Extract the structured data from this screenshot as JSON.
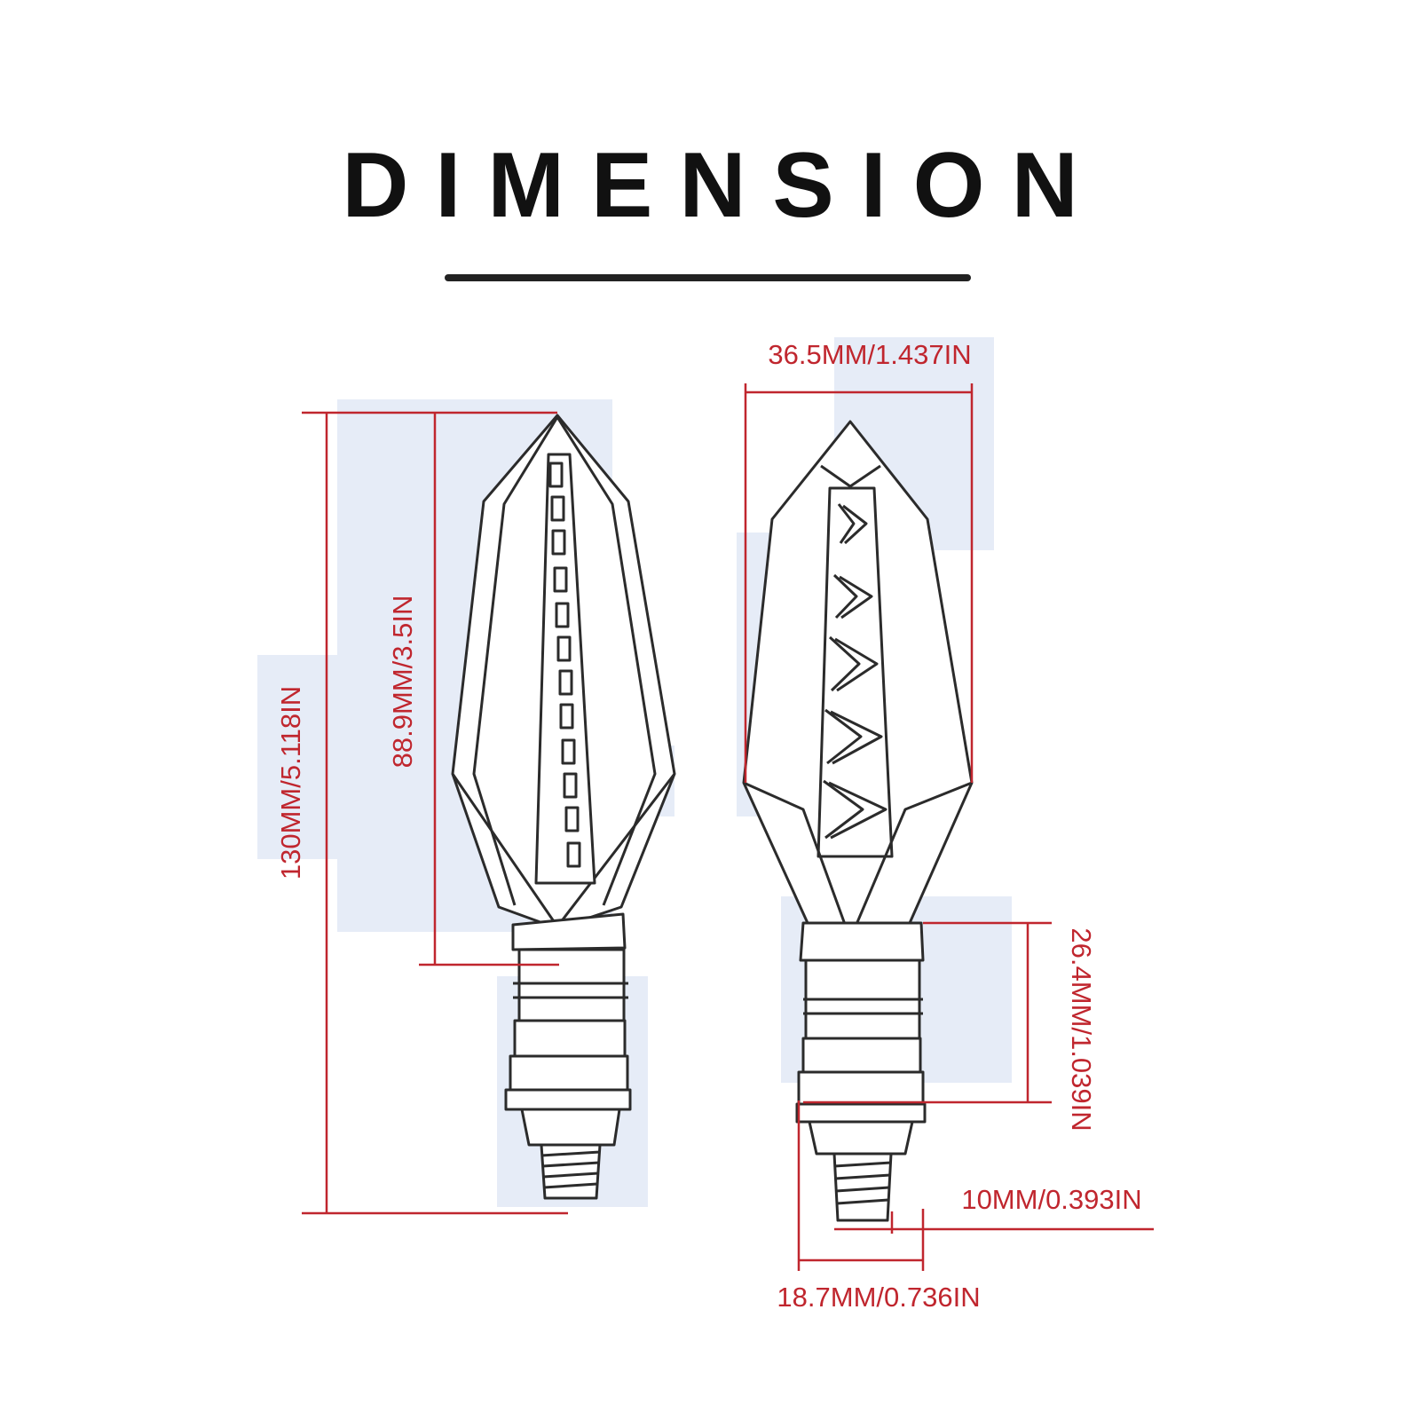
{
  "title": "DIMENSION",
  "colors": {
    "title": "#111111",
    "divider": "#222222",
    "dimension": "#c0262e",
    "outline": "#2b2b2b"
  },
  "dimensions": {
    "total_length": "130MM/5.118IN",
    "lens_length": "88.9MM/3.5IN",
    "width": "36.5MM/1.437IN",
    "stem_length": "26.4MM/1.039IN",
    "thread_diameter": "10MM/0.393IN",
    "base_width": "18.7MM/0.736IN"
  }
}
